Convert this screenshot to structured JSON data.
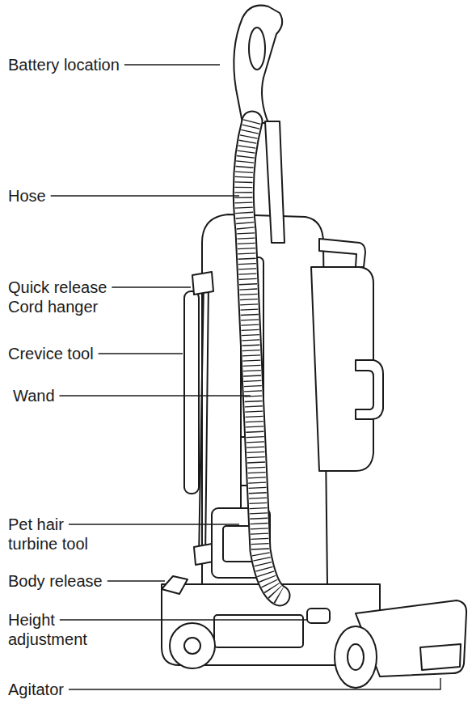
{
  "diagram": {
    "labels": [
      "Battery location",
      "Hose",
      "Quick release Cord hanger",
      "Crevice tool",
      "Wand",
      "Pet hair turbine tool",
      "Body release",
      "Height adjustment",
      "Agitator"
    ]
  }
}
